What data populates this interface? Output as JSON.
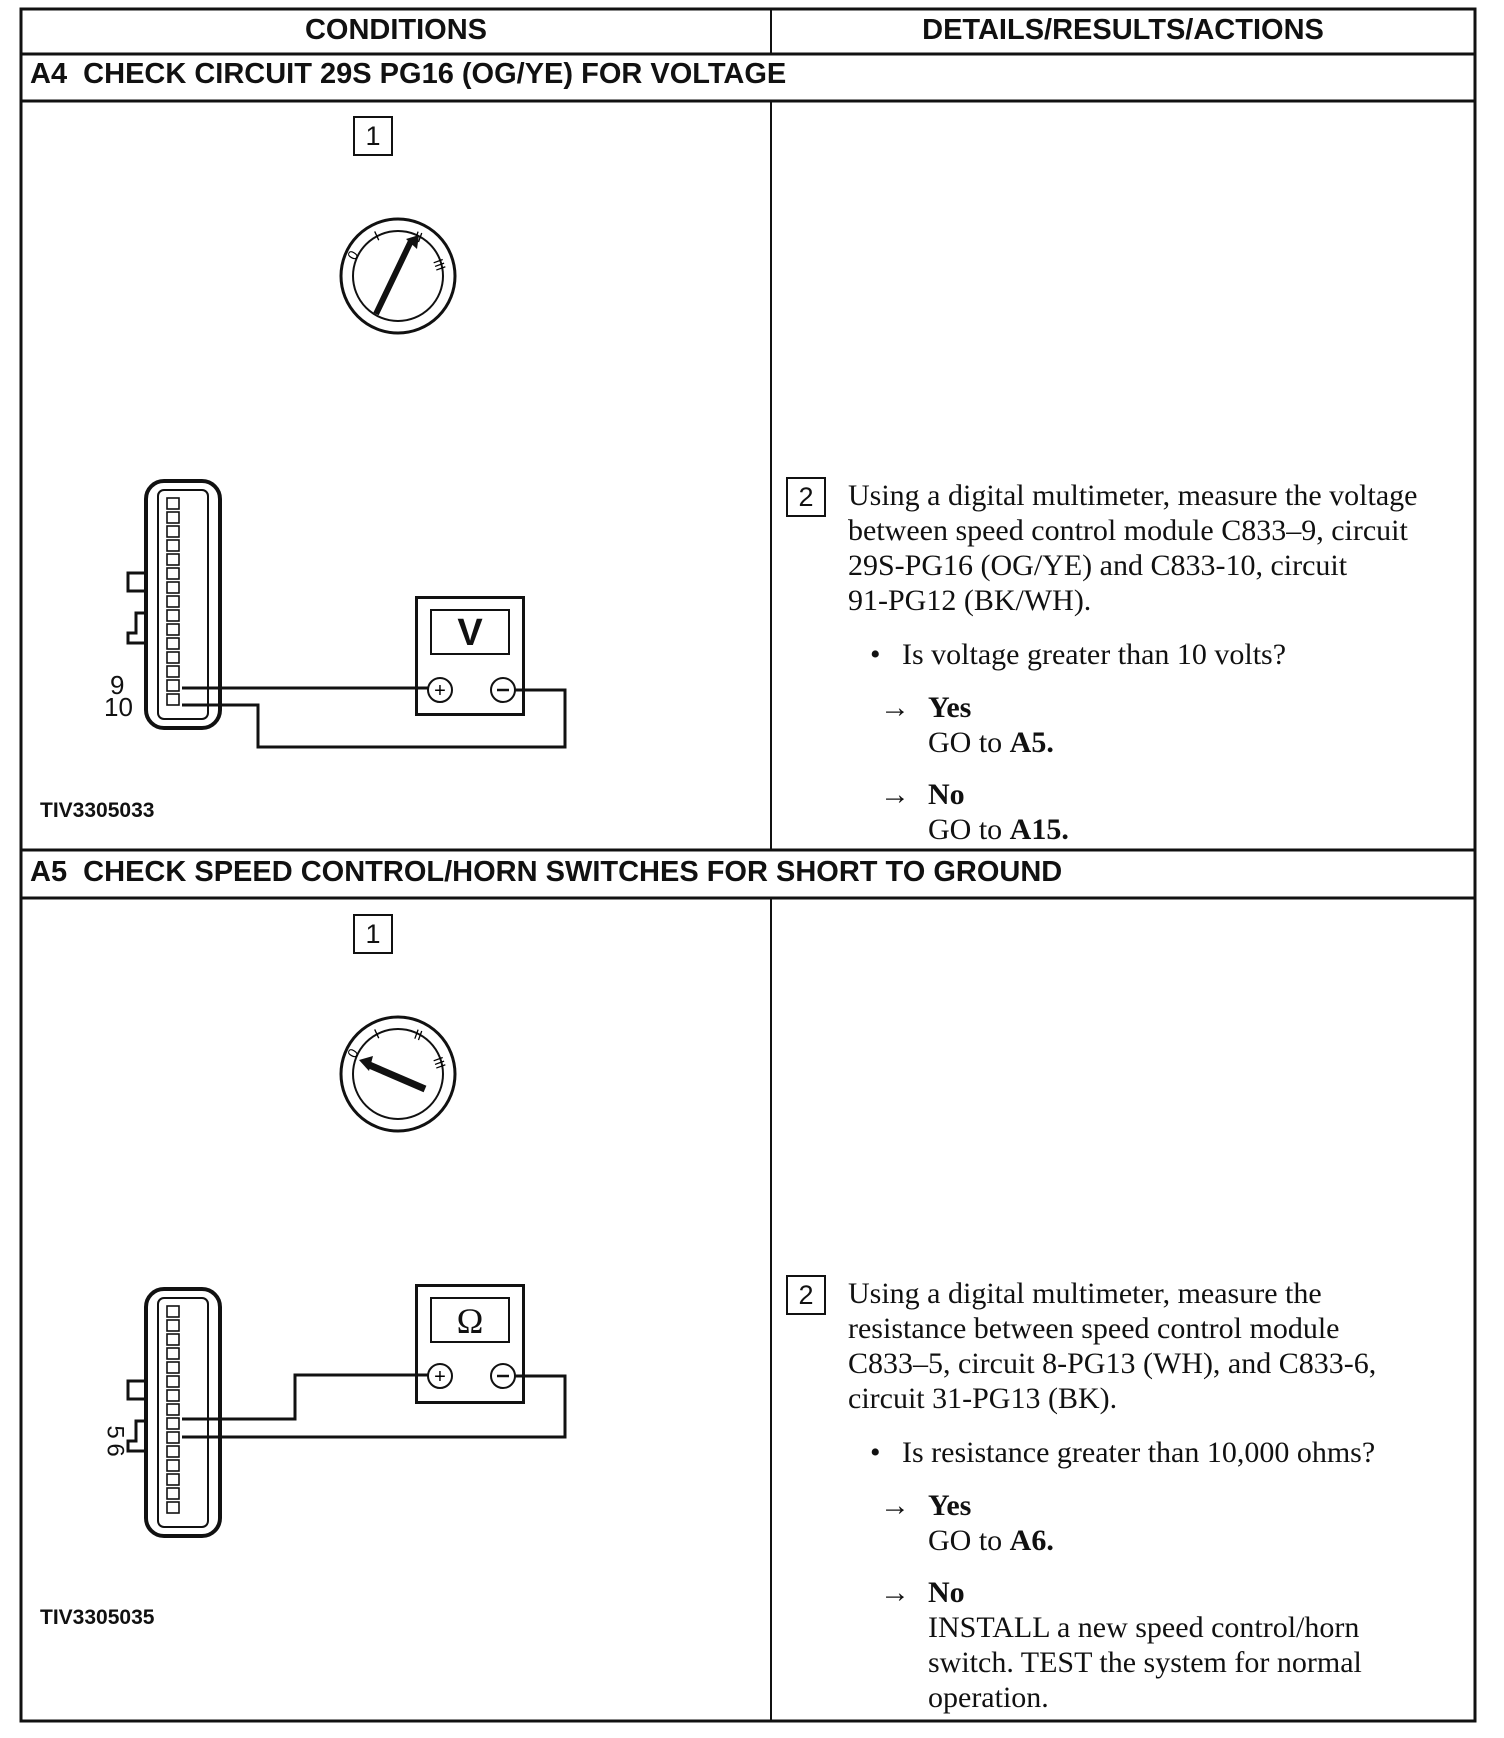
{
  "table": {
    "col_conditions": "CONDITIONS",
    "col_details": "DETAILS/RESULTS/ACTIONS"
  },
  "a4": {
    "title": "A4  CHECK CIRCUIT 29S PG16 (OG/YE) FOR VOLTAGE",
    "step1": "1",
    "step2": "2",
    "figure_id": "TIV3305033",
    "meter_symbol": "V",
    "pin_a": "9",
    "pin_b": "10",
    "instruction_lines": [
      "Using a digital multimeter, measure the voltage",
      "between speed control module C833–9, circuit",
      "29S-PG16 (OG/YE) and C833-10, circuit",
      "91-PG12 (BK/WH)."
    ],
    "question": "Is voltage greater than 10 volts?",
    "yes_label": "Yes",
    "yes_action_prefix": "GO to ",
    "yes_action_target": "A5.",
    "no_label": "No",
    "no_action_prefix": "GO to ",
    "no_action_target": "A15."
  },
  "a5": {
    "title": "A5  CHECK SPEED CONTROL/HORN SWITCHES FOR SHORT TO GROUND",
    "step1": "1",
    "step2": "2",
    "figure_id": "TIV3305035",
    "meter_symbol": "Ω",
    "pin_a": "5",
    "pin_b": "6",
    "instruction_lines": [
      "Using a digital multimeter, measure the",
      "resistance between speed control module",
      "C833–5, circuit 8-PG13 (WH), and C833-6,",
      "circuit 31-PG13 (BK)."
    ],
    "question": "Is resistance greater than 10,000 ohms?",
    "yes_label": "Yes",
    "yes_action_prefix": "GO to ",
    "yes_action_target": "A6.",
    "no_label": "No",
    "no_action_lines": [
      "INSTALL a new speed control/horn",
      "switch. TEST the system for normal",
      "operation."
    ]
  },
  "icons": {
    "ignition_switch": "ignition-switch-icon",
    "connector": "connector-icon",
    "multimeter": "multimeter-icon",
    "bullet": "bullet-icon",
    "arrow": "arrow-right-icon"
  },
  "ignition_positions": [
    "0",
    "I",
    "II",
    "III"
  ]
}
